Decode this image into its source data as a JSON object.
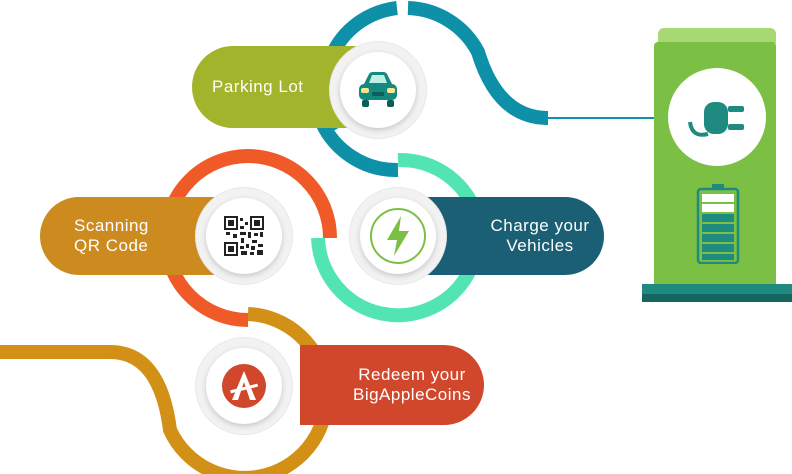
{
  "steps": {
    "parking": {
      "label": "Parking Lot",
      "icon": "car-icon",
      "color": "#a2b32c",
      "ring_color": "#0e91a8"
    },
    "scan": {
      "line1": "Scanning",
      "line2": "QR Code",
      "icon": "qr-code-icon",
      "color": "#cc8a1f",
      "ring_color": "#f05a28"
    },
    "charge": {
      "line1": "Charge your",
      "line2": "Vehicles",
      "icon": "lightning-bolt-icon",
      "color": "#1a5f74",
      "ring_color": "#52e5b3"
    },
    "redeem": {
      "line1": "Redeem your",
      "line2": "BigAppleCoins",
      "icon": "bigapplecoin-logo-icon",
      "color": "#d1472b",
      "ring_color": "#d39017"
    }
  },
  "charger": {
    "icon": "plug-icon",
    "battery_icon": "battery-icon",
    "body_color": "#7bbf44",
    "base_color": "#1f8a7f"
  }
}
